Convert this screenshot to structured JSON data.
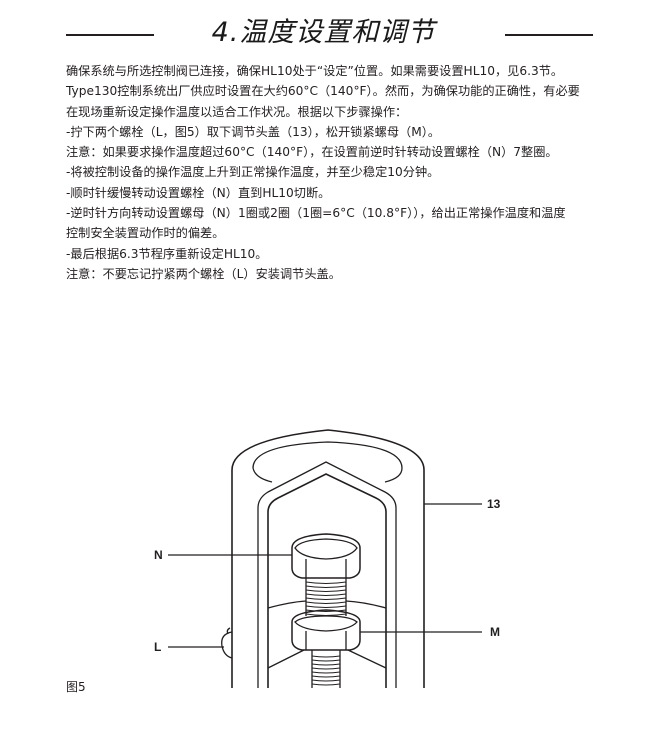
{
  "header": {
    "title": "4.温度设置和调节"
  },
  "body": {
    "lines": [
      "确保系统与所选控制阀已连接，确保HL10处于“设定”位置。如果需要设置HL10，见6.3节。",
      "Type130控制系统出厂供应时设置在大约60°C（140°F）。然而，为确保功能的正确性，有必要",
      "在现场重新设定操作温度以适合工作状况。根据以下步骤操作：",
      "-拧下两个螺栓（L，图5）取下调节头盖（13），松开锁紧螺母（M）。",
      "注意：如果要求操作温度超过60°C（140°F），在设置前逆时针转动设置螺栓（N）7整圈。",
      "-将被控制设备的操作温度上升到正常操作温度，并至少稳定10分钟。",
      "-顺时针缓慢转动设置螺栓（N）直到HL10切断。",
      "-逆时针方向转动设置螺母（N）1圈或2圈（1圈=6°C（10.8°F）），给出正常操作温度和温度",
      "控制安全装置动作时的偏差。",
      "-最后根据6.3节程序重新设定HL10。",
      "注意：不要忘记拧紧两个螺栓（L）安装调节头盖。"
    ]
  },
  "figure": {
    "labels": {
      "cap": "13",
      "set_bolt": "N",
      "screws": "L",
      "lock_nut": "M"
    },
    "caption": "图5"
  }
}
